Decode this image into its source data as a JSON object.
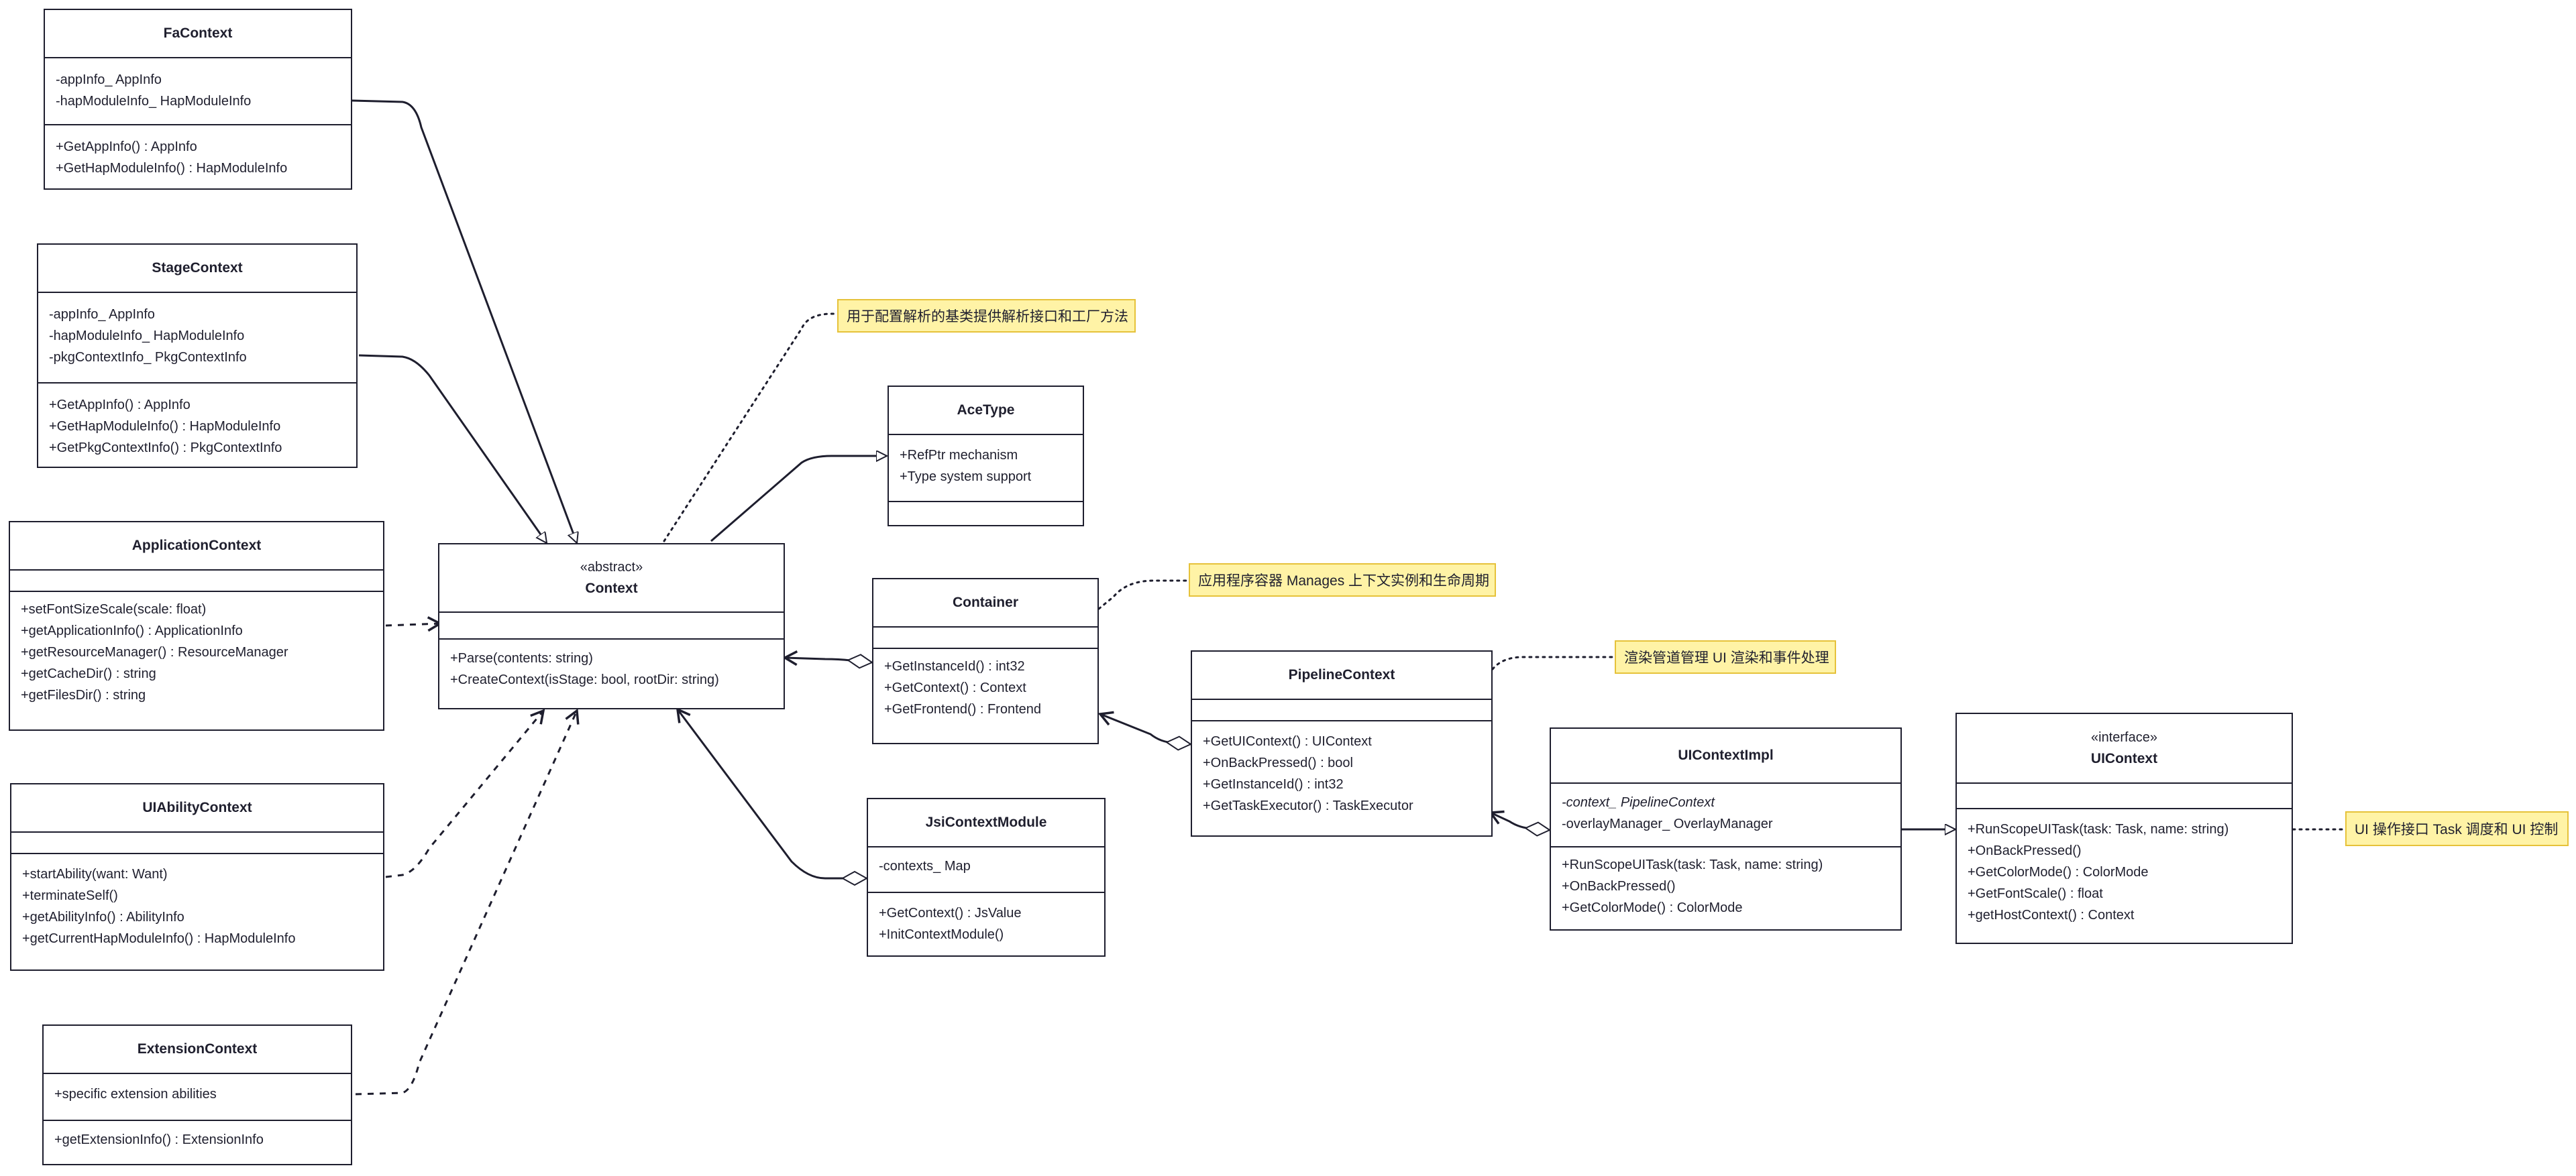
{
  "classes": {
    "fa": {
      "name": "FaContext",
      "attributes": [
        "-appInfo_ AppInfo",
        "-hapModuleInfo_ HapModuleInfo"
      ],
      "methods": [
        "+GetAppInfo() : AppInfo",
        "+GetHapModuleInfo() : HapModuleInfo"
      ]
    },
    "stage": {
      "name": "StageContext",
      "attributes": [
        "-appInfo_ AppInfo",
        "-hapModuleInfo_ HapModuleInfo",
        "-pkgContextInfo_ PkgContextInfo"
      ],
      "methods": [
        "+GetAppInfo() : AppInfo",
        "+GetHapModuleInfo() : HapModuleInfo",
        "+GetPkgContextInfo() : PkgContextInfo"
      ]
    },
    "application": {
      "name": "ApplicationContext",
      "attributes": [],
      "methods": [
        "+setFontSizeScale(scale: float)",
        "+getApplicationInfo() : ApplicationInfo",
        "+getResourceManager() : ResourceManager",
        "+getCacheDir() : string",
        "+getFilesDir() : string"
      ]
    },
    "uiability": {
      "name": "UIAbilityContext",
      "attributes": [],
      "methods": [
        "+startAbility(want: Want)",
        "+terminateSelf()",
        "+getAbilityInfo() : AbilityInfo",
        "+getCurrentHapModuleInfo() : HapModuleInfo"
      ]
    },
    "extension": {
      "name": "ExtensionContext",
      "attributes": [
        "+specific extension abilities"
      ],
      "methods": [
        "+getExtensionInfo() : ExtensionInfo"
      ]
    },
    "context": {
      "stereotype": "«abstract»",
      "name": "Context",
      "attributes": [],
      "methods": [
        "+Parse(contents: string)",
        "+CreateContext(isStage: bool, rootDir: string)"
      ]
    },
    "acetype": {
      "name": "AceType",
      "attributes": [
        "+RefPtr mechanism",
        "+Type system support"
      ],
      "methods": []
    },
    "container": {
      "name": "Container",
      "attributes": [],
      "methods": [
        "+GetInstanceId() : int32",
        "+GetContext() : Context",
        "+GetFrontend() : Frontend"
      ]
    },
    "jsi": {
      "name": "JsiContextModule",
      "attributes": [
        "-contexts_ Map"
      ],
      "methods": [
        "+GetContext() : JsValue",
        "+InitContextModule()"
      ]
    },
    "pipeline": {
      "name": "PipelineContext",
      "attributes": [],
      "methods": [
        "+GetUIContext() : UIContext",
        "+OnBackPressed() : bool",
        "+GetInstanceId() : int32",
        "+GetTaskExecutor() : TaskExecutor"
      ]
    },
    "uicontextimpl": {
      "name": "UIContextImpl",
      "attributes": [
        "-context_ PipelineContext",
        "-overlayManager_ OverlayManager"
      ],
      "methods": [
        "+RunScopeUITask(task: Task, name: string)",
        "+OnBackPressed()",
        "+GetColorMode() : ColorMode"
      ]
    },
    "uicontext": {
      "stereotype": "«interface»",
      "name": "UIContext",
      "attributes": [],
      "methods": [
        "+RunScopeUITask(task: Task, name: string)",
        "+OnBackPressed()",
        "+GetColorMode() : ColorMode",
        "+GetFontScale() : float",
        "+getHostContext() : Context"
      ]
    }
  },
  "notes": {
    "context": "用于配置解析的基类提供解析接口和工厂方法",
    "container": "应用程序容器 Manages 上下文实例和生命周期",
    "pipeline": "渲染管道管理 UI 渲染和事件处理",
    "uicontext": "UI 操作接口 Task 调度和 UI 控制"
  },
  "colors": {
    "line": "#1e1e2e",
    "note_fill": "#fff3a6",
    "note_border": "#e6c23a"
  }
}
